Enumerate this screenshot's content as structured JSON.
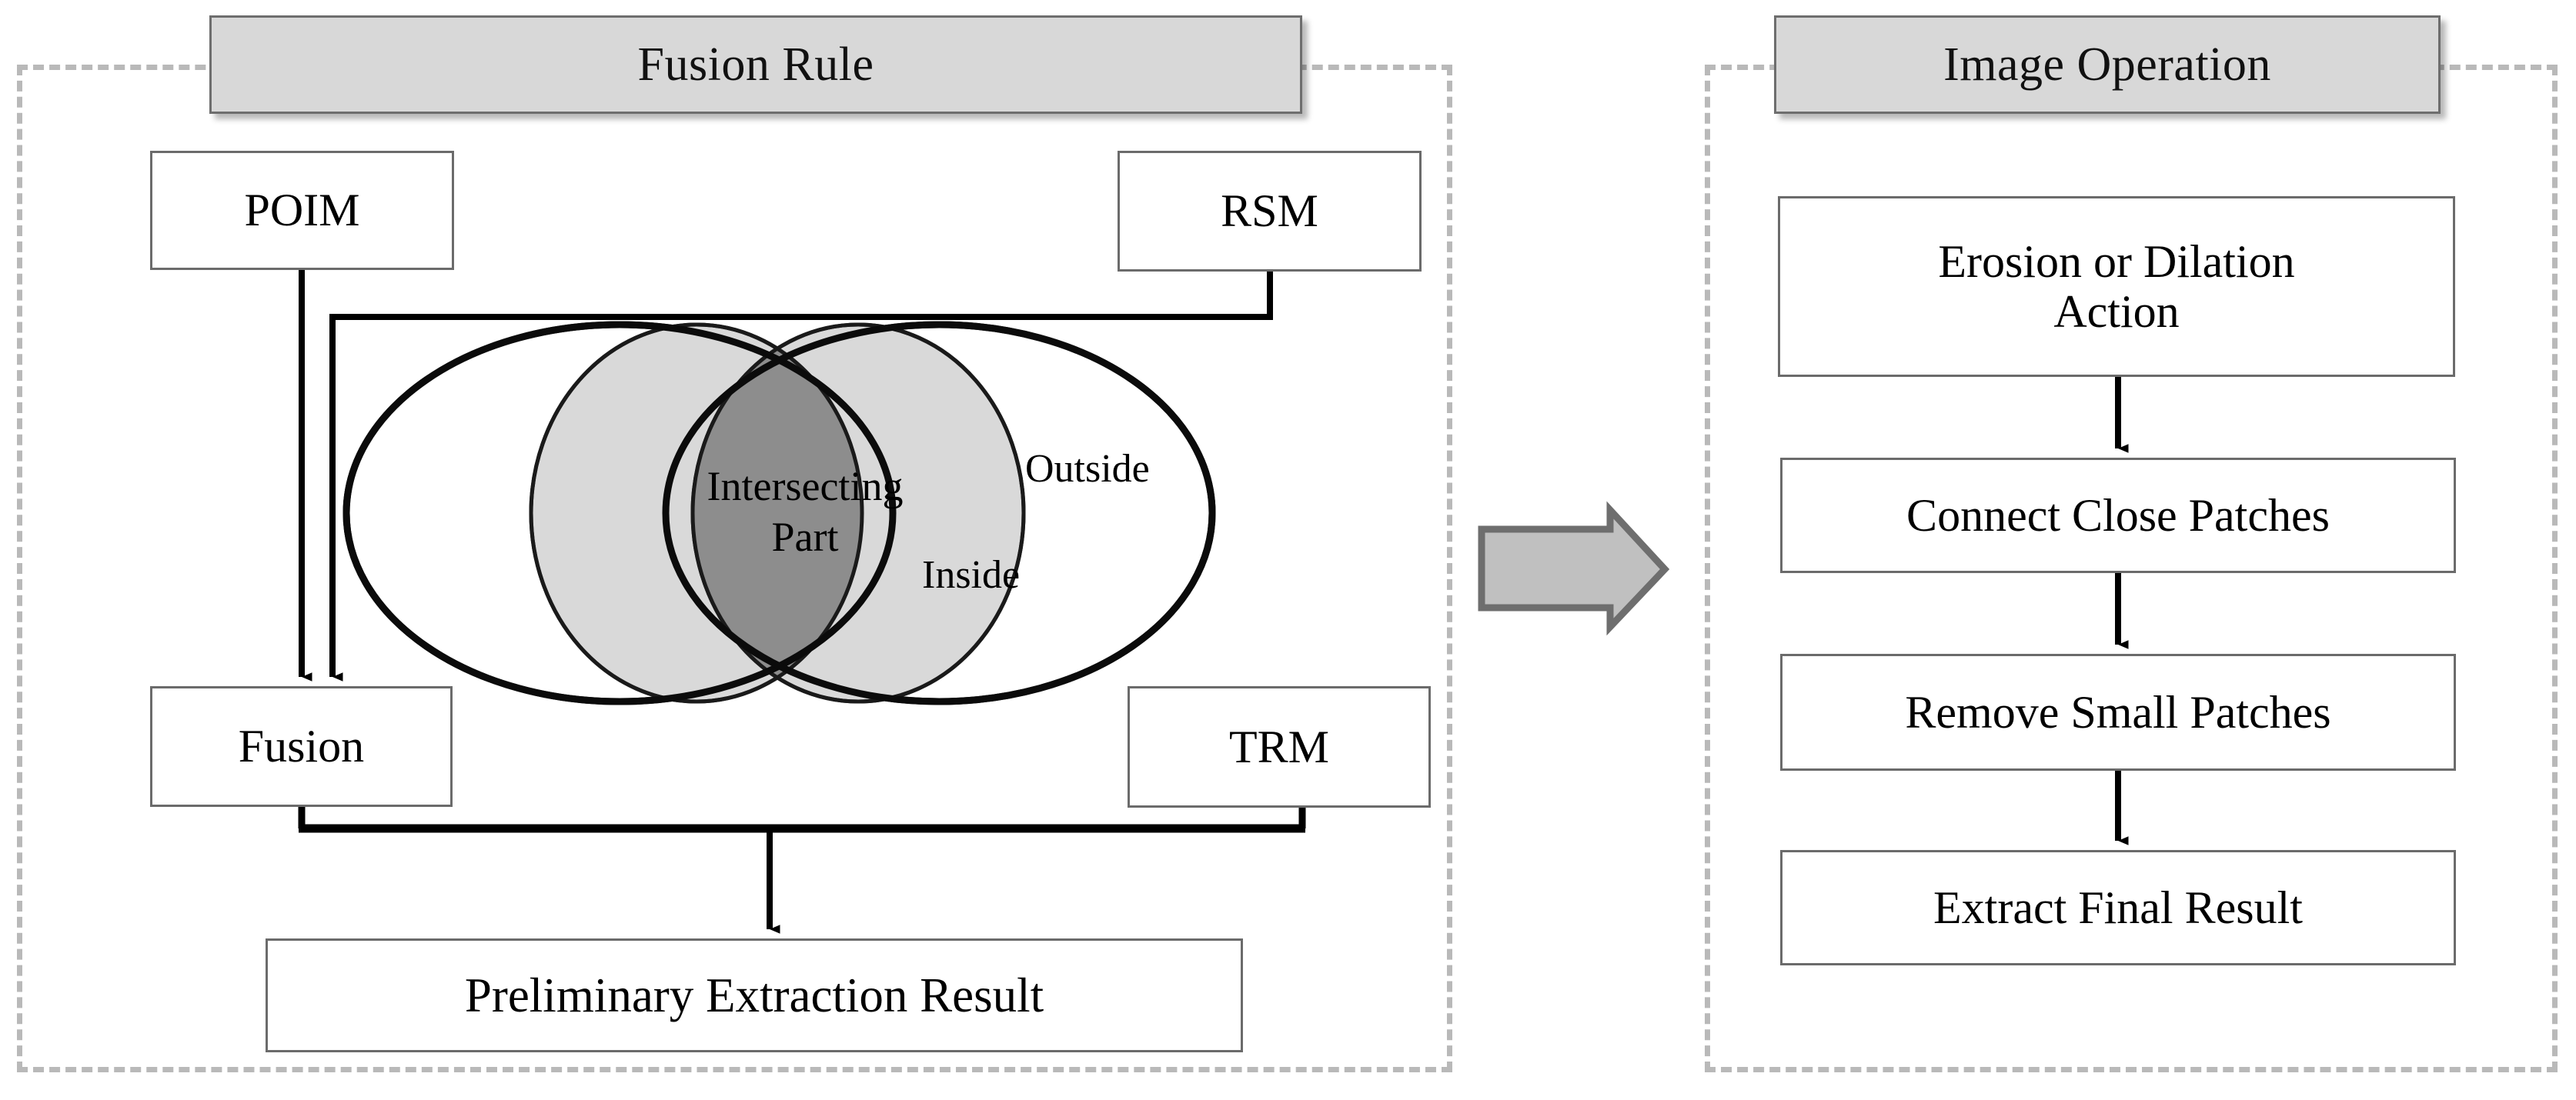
{
  "diagram": {
    "title_left": "Fusion Rule",
    "title_right": "Image Operation",
    "panels": [
      {
        "name": "fusion-rule",
        "header": "Fusion Rule",
        "nodes": [
          {
            "id": "poim",
            "label": "POIM"
          },
          {
            "id": "rsm",
            "label": "RSM"
          },
          {
            "id": "fusion",
            "label": "Fusion"
          },
          {
            "id": "trm",
            "label": "TRM"
          },
          {
            "id": "preliminary",
            "label": "Preliminary Extraction Result"
          }
        ],
        "venn": {
          "intersecting_label": "Intersecting Part",
          "intersecting_line1": "Intersecting",
          "intersecting_line2": "Part",
          "outside_label": "Outside",
          "inside_label": "Inside",
          "colors": {
            "outer_fill": "#ffffff",
            "inside_fill": "#d9d9d9",
            "intersect_fill": "#8d8d8d",
            "stroke": "#000000"
          }
        }
      },
      {
        "name": "image-operation",
        "header": "Image Operation",
        "nodes": [
          {
            "id": "erosion",
            "label": "Erosion or Dilation Action",
            "line1": "Erosion or Dilation",
            "line2": "Action"
          },
          {
            "id": "connect",
            "label": "Connect Close Patches"
          },
          {
            "id": "remove",
            "label": "Remove Small Patches"
          },
          {
            "id": "extract",
            "label": "Extract Final Result"
          }
        ]
      }
    ],
    "connector": {
      "name": "block-arrow-right",
      "direction": "right"
    },
    "colors": {
      "panel_border": "#b9b9b9",
      "banner_fill": "#d8d8d8",
      "banner_border": "#6e6e6e",
      "box_border": "#6b6b6b",
      "box_fill": "#ffffff",
      "arrow": "#000000",
      "block_arrow_fill": "#c0c0c0",
      "block_arrow_border": "#6e6e6e"
    }
  },
  "chart_data": {
    "type": "diagram",
    "title": "Fusion Rule and Image Operation workflow",
    "nodes": [
      "POIM",
      "RSM",
      "Fusion",
      "TRM",
      "Preliminary Extraction Result",
      "Erosion or Dilation Action",
      "Connect Close Patches",
      "Remove Small Patches",
      "Extract Final Result"
    ],
    "edges": [
      {
        "from": "POIM",
        "to": "Fusion"
      },
      {
        "from": "RSM",
        "to": "Fusion"
      },
      {
        "from": "Fusion",
        "to": "Preliminary Extraction Result"
      },
      {
        "from": "TRM",
        "to": "Preliminary Extraction Result"
      },
      {
        "from": "Preliminary Extraction Result",
        "to": "Erosion or Dilation Action"
      },
      {
        "from": "Erosion or Dilation Action",
        "to": "Connect Close Patches"
      },
      {
        "from": "Connect Close Patches",
        "to": "Remove Small Patches"
      },
      {
        "from": "Remove Small Patches",
        "to": "Extract Final Result"
      }
    ],
    "venn_regions": [
      "Outside",
      "Inside",
      "Intersecting Part"
    ]
  }
}
